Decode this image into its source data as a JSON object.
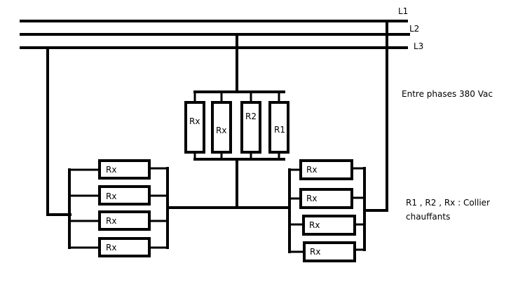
{
  "lines": [
    "L1",
    "L2",
    "L3"
  ],
  "note_voltage": "Entre phases 380 Vac",
  "note_legend_1": "R1 , R2 , Rx : Collier",
  "note_legend_2": "chauffants",
  "middle_group": [
    "Rx",
    "Rx",
    "R2",
    "R1"
  ],
  "left_group": [
    "Rx",
    "Rx",
    "Rx",
    "Rx"
  ],
  "right_group": [
    "Rx",
    "Rx",
    "Rx",
    "Rx"
  ]
}
